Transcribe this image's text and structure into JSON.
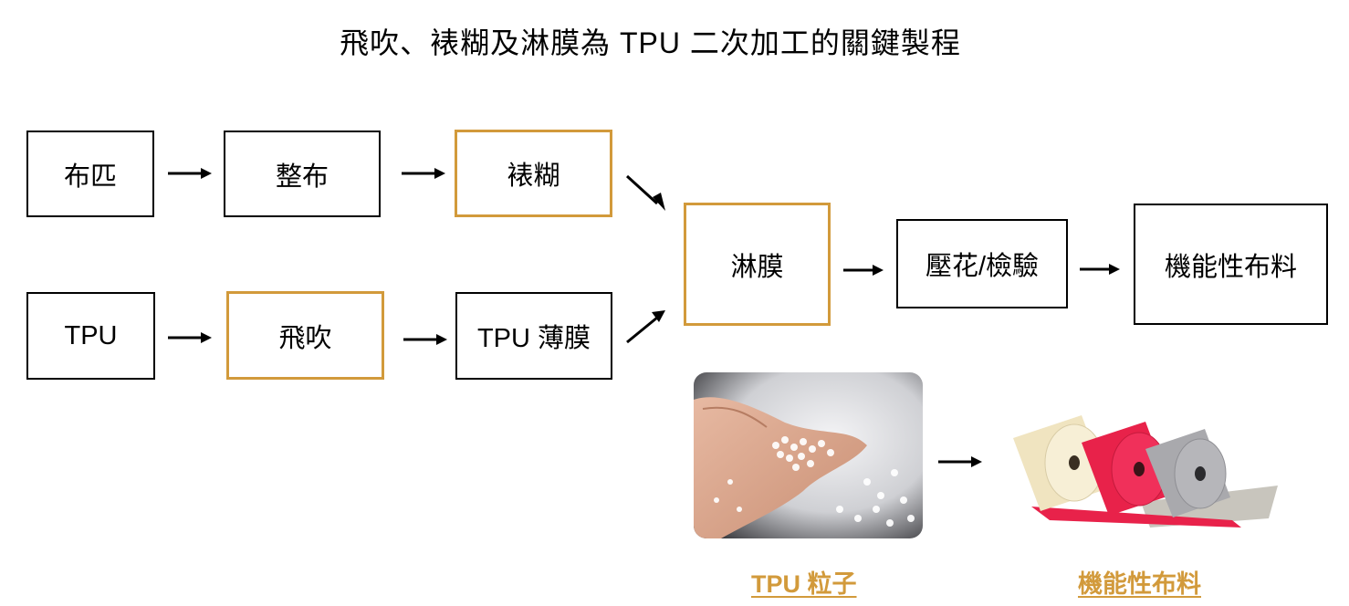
{
  "title": "飛吹、裱糊及淋膜為 TPU 二次加工的關鍵製程",
  "nodes": {
    "fabric": "布匹",
    "finishing": "整布",
    "lamination": "裱糊",
    "tpu": "TPU",
    "blown_film": "飛吹",
    "tpu_film": "TPU 薄膜",
    "coating": "淋膜",
    "embossing": "壓花/檢驗",
    "functional_fabric": "機能性布料"
  },
  "captions": {
    "pellets": "TPU 粒子",
    "fabric_rolls": "機能性布料"
  },
  "colors": {
    "highlight": "#d29a3b",
    "roll_cream": "#f0e4c0",
    "roll_red": "#e8224a",
    "roll_gray": "#a9a9ad"
  }
}
